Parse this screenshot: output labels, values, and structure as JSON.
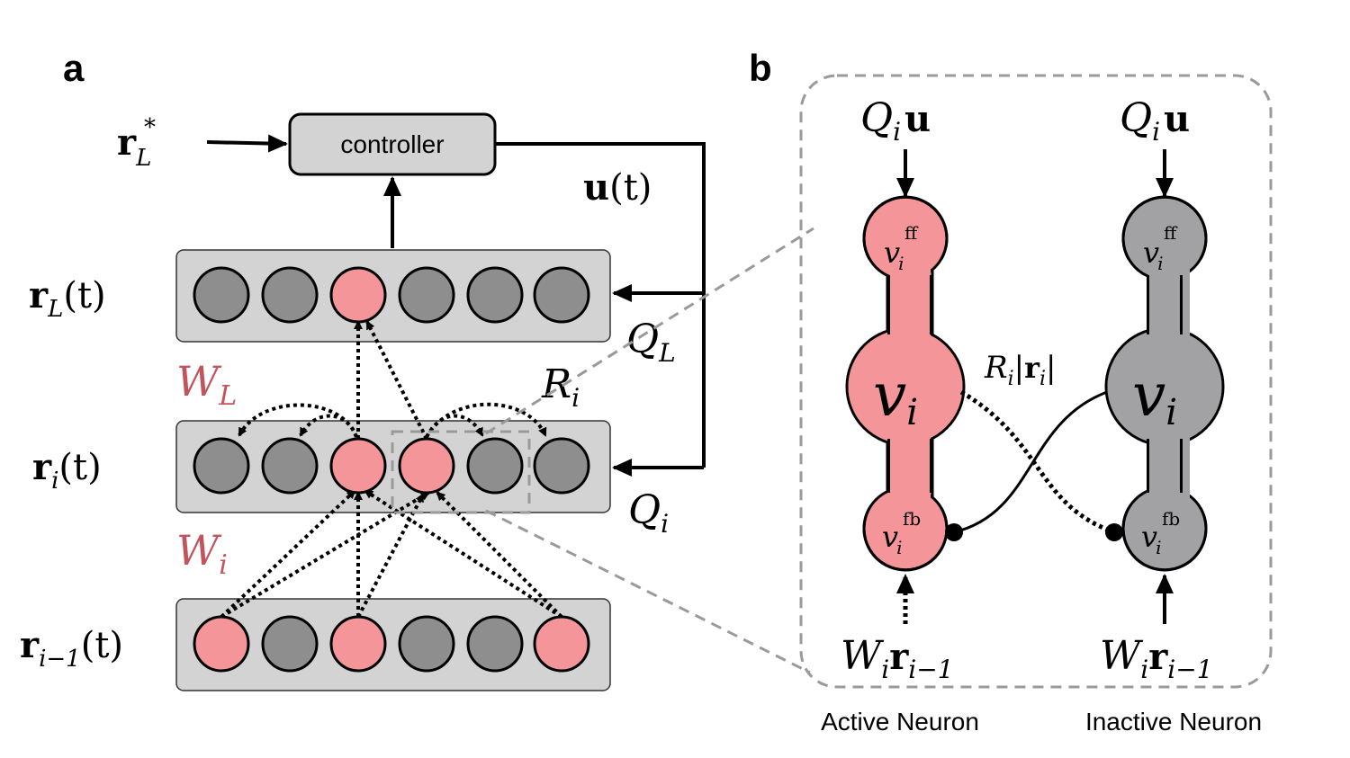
{
  "panels": {
    "a": {
      "label": "a"
    },
    "b": {
      "label": "b"
    }
  },
  "controller": {
    "label": "controller"
  },
  "target": {
    "r": "r",
    "sub": "L",
    "sup": "*"
  },
  "control_signal": {
    "u": "u",
    "arg": "(t)"
  },
  "layers": [
    {
      "id": "L",
      "r": "r",
      "sub": "L",
      "arg": "(t)",
      "active": [
        false,
        false,
        true,
        false,
        false,
        false
      ]
    },
    {
      "id": "i",
      "r": "r",
      "sub": "i",
      "arg": "(t)",
      "active": [
        false,
        false,
        true,
        true,
        false,
        false
      ]
    },
    {
      "id": "i-1",
      "r": "r",
      "sub": "i−1",
      "arg": "(t)",
      "active": [
        true,
        false,
        true,
        false,
        false,
        true
      ]
    }
  ],
  "matrices": {
    "WL": {
      "W": "W",
      "sub": "L"
    },
    "Wi": {
      "W": "W",
      "sub": "i"
    },
    "Ri": {
      "R": "R",
      "sub": "i"
    },
    "QL": {
      "Q": "Q",
      "sub": "L"
    },
    "Qi": {
      "Q": "Q",
      "sub": "i"
    }
  },
  "neurons": {
    "active": {
      "caption": "Active Neuron",
      "input_top": {
        "Q": "Q",
        "sub": "i",
        "u": "u"
      },
      "input_bottom": {
        "W": "W",
        "sub": "i",
        "r": "r",
        "rsub": "i−1"
      },
      "ff": {
        "v": "v",
        "sub": "i",
        "sup": "ff"
      },
      "soma": {
        "v": "v",
        "sub": "i"
      },
      "fb": {
        "v": "v",
        "sub": "i",
        "sup": "fb"
      }
    },
    "inactive": {
      "caption": "Inactive Neuron",
      "input_top": {
        "Q": "Q",
        "sub": "i",
        "u": "u"
      },
      "input_bottom": {
        "W": "W",
        "sub": "i",
        "r": "r",
        "rsub": "i−1"
      },
      "ff": {
        "v": "v",
        "sub": "i",
        "sup": "ff"
      },
      "soma": {
        "v": "v",
        "sub": "i"
      },
      "fb": {
        "v": "v",
        "sub": "i",
        "sup": "fb"
      }
    },
    "lateral": {
      "R": "R",
      "sub": "i",
      "bar": "|",
      "r": "r",
      "rsub": "i"
    }
  },
  "colors": {
    "active": "#f4959a",
    "inactive": "#8e8e8e",
    "inactive_light": "#a2a2a4",
    "layer_box": "#d3d3d3",
    "red_text": "#c1555e",
    "dashed": "#9a9a9a"
  }
}
